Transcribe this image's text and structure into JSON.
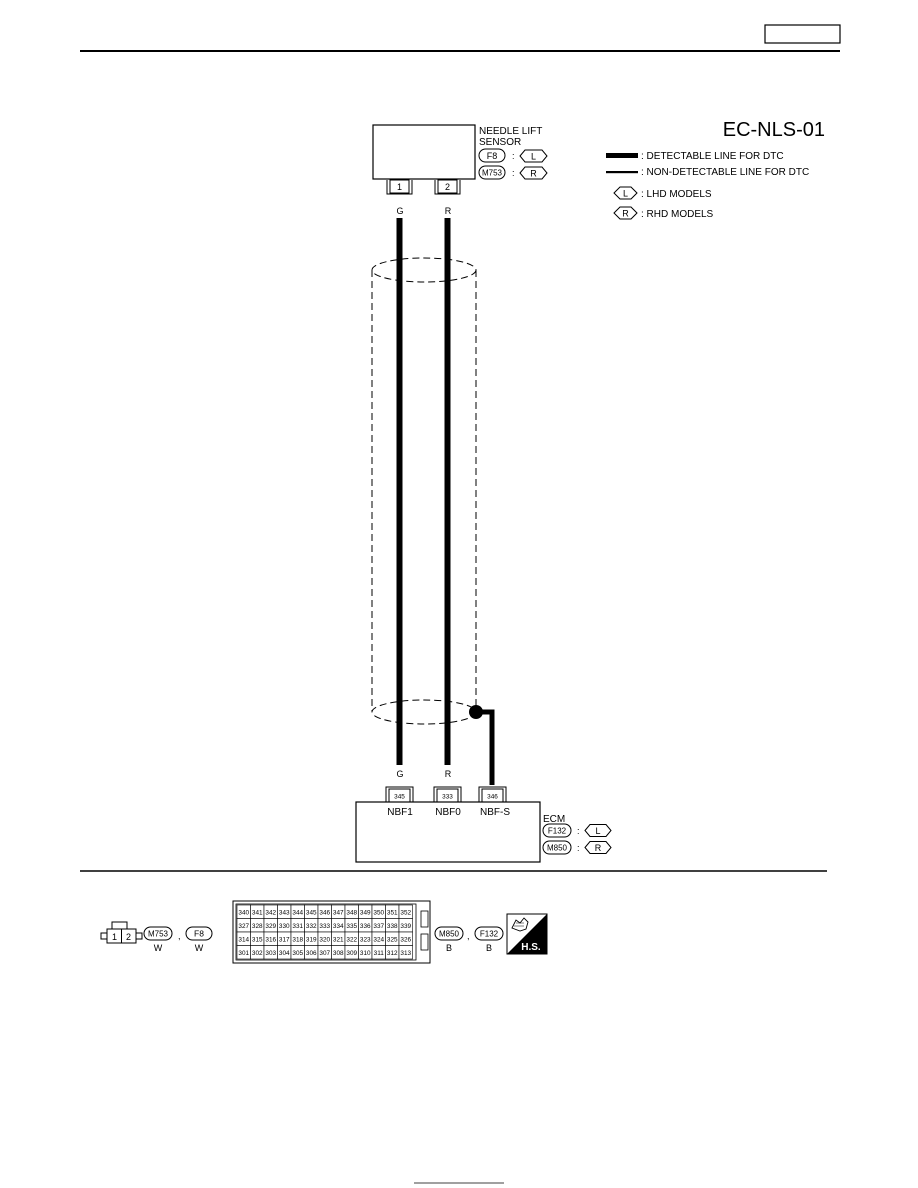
{
  "header": {
    "page_box_text": ""
  },
  "diagram_id": "EC-NLS-01",
  "sensor": {
    "name_line1": "NEEDLE LIFT",
    "name_line2": "SENSOR",
    "connectors": [
      {
        "code": "F8",
        "model": "L"
      },
      {
        "code": "M753",
        "model": "R"
      }
    ],
    "pins": [
      {
        "num": "1",
        "color": "G"
      },
      {
        "num": "2",
        "color": "R"
      }
    ]
  },
  "legend": [
    {
      "symbol": "detectable-line",
      "text": ": DETECTABLE LINE FOR DTC"
    },
    {
      "symbol": "non-detectable-line",
      "text": ": NON-DETECTABLE LINE FOR DTC"
    },
    {
      "symbol": "L",
      "text": ": LHD MODELS"
    },
    {
      "symbol": "R",
      "text": ": RHD MODELS"
    }
  ],
  "ecm": {
    "name": "ECM",
    "connectors": [
      {
        "code": "F132",
        "model": "L"
      },
      {
        "code": "M850",
        "model": "R"
      }
    ],
    "pins": [
      {
        "num": "345",
        "signal": "NBF1",
        "color": "G"
      },
      {
        "num": "333",
        "signal": "NBF0",
        "color": "R"
      },
      {
        "num": "346",
        "signal": "NBF-S",
        "color": ""
      }
    ]
  },
  "connector_views": {
    "sensor_conn": {
      "cavities": [
        "1",
        "2"
      ],
      "codes": [
        {
          "code": "M753",
          "color": "W"
        },
        {
          "code": "F8",
          "color": "W"
        }
      ]
    },
    "ecm_conn": {
      "rows": [
        [
          "340",
          "341",
          "342",
          "343",
          "344",
          "345",
          "346",
          "347",
          "348",
          "349",
          "350",
          "351",
          "352"
        ],
        [
          "327",
          "328",
          "329",
          "330",
          "331",
          "332",
          "333",
          "334",
          "335",
          "336",
          "337",
          "338",
          "339"
        ],
        [
          "314",
          "315",
          "316",
          "317",
          "318",
          "319",
          "320",
          "321",
          "322",
          "323",
          "324",
          "325",
          "326"
        ],
        [
          "301",
          "302",
          "303",
          "304",
          "305",
          "306",
          "307",
          "308",
          "309",
          "310",
          "311",
          "312",
          "313"
        ]
      ],
      "codes": [
        {
          "code": "M850",
          "color": "B"
        },
        {
          "code": "F132",
          "color": "B"
        }
      ],
      "hs_label": "H.S."
    }
  },
  "separator": ","
}
